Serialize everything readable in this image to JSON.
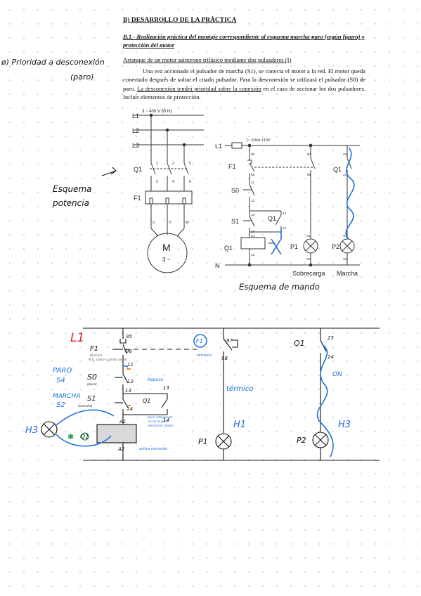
{
  "document": {
    "section_title": "B) DESARROLLO DE LA PRÁCTICA",
    "subsection_title": "B.1.- Realización práctica del montaje correspondiente al esquema marcha-paro (según figura) y protección del motor",
    "task_title": "Arranque de un motor asíncrono trifásico mediante dos pulsadores (I)",
    "paragraph_main": "Una vez accionado el pulsador de marcha (S1), se conecta el motor a la red. El motor queda conectado después de soltar el citado pulsador. Para la desconexión se utilizará el pulsador (S0) de paro. ",
    "paragraph_underlined": "La desconexión tendrá prioridad sobre la conexión",
    "paragraph_tail": " en el caso de accionar los dos pulsadores. Incluir elementos de protección."
  },
  "power_diagram": {
    "supply": "3 ~ 400 V 50 Hz",
    "lines": [
      "L1",
      "L2",
      "L3"
    ],
    "contactor": "Q1",
    "relay": "F1",
    "motor_symbol": "M",
    "motor_type": "3 ~",
    "contact_pins_top": [
      "1",
      "3",
      "5"
    ],
    "contact_pins_bottom": [
      "2",
      "4",
      "6"
    ],
    "motor_pins": [
      "U",
      "V",
      "W"
    ]
  },
  "control_diagram": {
    "supply": "1~ 60Hz 110V",
    "line_top": "L1",
    "line_bottom": "N",
    "f1": "F1",
    "s0": "S0",
    "s1": "S1",
    "q1": "Q1",
    "coil": "Q1",
    "p1": "P1",
    "p2": "P2",
    "q1_right": "Q1",
    "pins": [
      "95",
      "96",
      "97",
      "98",
      "11",
      "12",
      "13",
      "14",
      "13",
      "14",
      "23",
      "24",
      "A1",
      "A2",
      "X1",
      "X2",
      "X1",
      "X2"
    ],
    "lamp_p1_label": "Sobrecarga",
    "lamp_p2_label": "Marcha"
  },
  "handwritten": {
    "priority_note": "ø) Prioridad a desconexión",
    "priority_note_2": "(paro)",
    "power_label": "Esquema",
    "power_label_2": "potencia",
    "control_caption": "Esquema de mando"
  },
  "sketch": {
    "L1": "L1",
    "F1": "F1",
    "F1_note_1": "térmico",
    "F1_note_2": "N.C. (abre cuando se fa)",
    "paro_1": "PARO",
    "paro_2": "S4",
    "paro_pb": "S0",
    "paro_note": "(paro)",
    "marcha_1": "MARCHA",
    "marcha_2": "S2",
    "marcha_pb": "S1",
    "marcha_note": "(marcha)",
    "pin_11": "11",
    "pin_12": "12",
    "pin_13": "13",
    "pin_14": "14",
    "pin_13b": "13",
    "pin_14b": "14",
    "pin_95": "95",
    "pin_96": "96",
    "pin_97": "97",
    "pin_98": "98",
    "pin_23": "23",
    "pin_24": "24",
    "reposo": "Reposo",
    "q1_hold": "Q1",
    "hold_note_1": "para interesado",
    "hold_note_2": "no se le para",
    "hold_note_3": "alimentar motor",
    "A1": "A1",
    "A2": "A2",
    "coil_note": "activa contactor",
    "H3_left": "H3",
    "q1_coil": "Q1",
    "f1_circle": "F1",
    "termico_a": "térmico",
    "termico_b": "térmico",
    "H1": "H1",
    "P1": "P1",
    "q1_right": "Q1",
    "on_label": "ON",
    "H3_right": "H3",
    "P2": "P2"
  },
  "colors": {
    "ink": "#111111",
    "pen_blue": "#1f6fe0",
    "pen_red": "#d8262b",
    "pen_orange": "#ec8a28",
    "pen_green": "#2c9a4a"
  }
}
